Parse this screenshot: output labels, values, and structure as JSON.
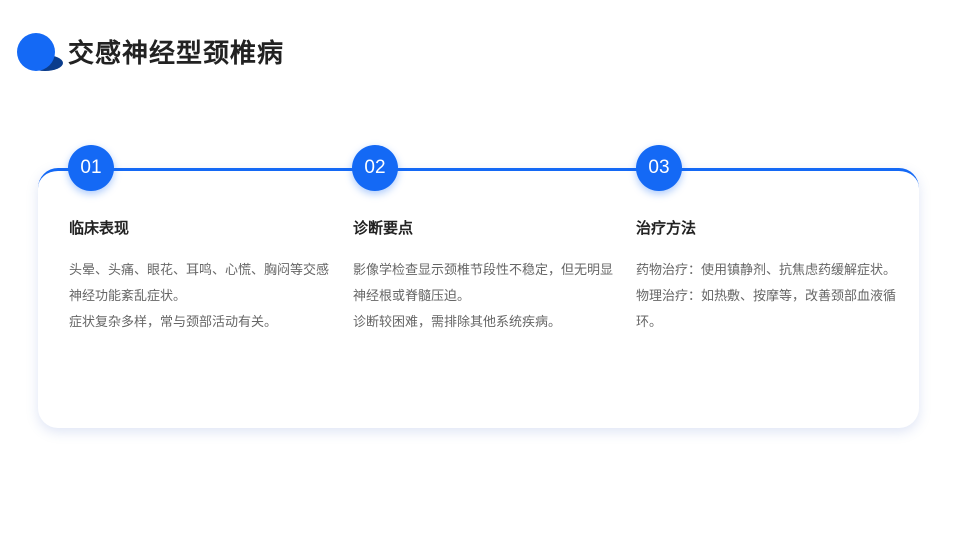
{
  "title": "交感神经型颈椎病",
  "colors": {
    "accent": "#1469f5",
    "accent_dark": "#0a3c8c"
  },
  "sections": [
    {
      "number": "01",
      "heading": "临床表现",
      "lines": [
        "头晕、头痛、眼花、耳鸣、心慌、胸闷等交感神经功能紊乱症状。",
        "症状复杂多样，常与颈部活动有关。"
      ]
    },
    {
      "number": "02",
      "heading": "诊断要点",
      "lines": [
        "影像学检查显示颈椎节段性不稳定，但无明显神经根或脊髓压迫。",
        "诊断较困难，需排除其他系统疾病。"
      ]
    },
    {
      "number": "03",
      "heading": "治疗方法",
      "lines": [
        "药物治疗：使用镇静剂、抗焦虑药缓解症状。",
        "物理治疗：如热敷、按摩等，改善颈部血液循环。"
      ]
    }
  ]
}
